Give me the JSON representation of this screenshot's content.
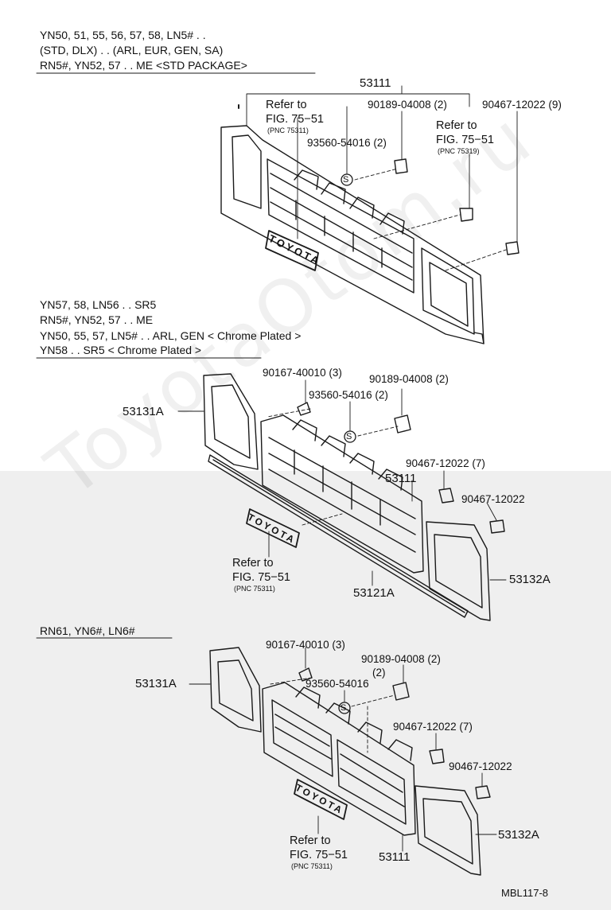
{
  "section1": {
    "applicability": [
      "YN50, 51, 55, 56, 57, 58, LN5# . .",
      "(STD, DLX) . . (ARL, EUR, GEN, SA)",
      "RN5#, YN52, 57 . . ME <STD PACKAGE>"
    ],
    "parts": {
      "grille": "53111",
      "clip": "90189-04008 (2)",
      "clip9": "90467-12022 (9)",
      "screw": "93560-54016 (2)"
    },
    "ref_a": {
      "line1": "Refer to",
      "line2": "FIG. 75−51",
      "pnc": "(PNC 75311)"
    },
    "ref_b": {
      "line1": "Refer to",
      "line2": "FIG. 75−51",
      "pnc": "(PNC 75319)"
    },
    "emblem": "TOYOTA"
  },
  "section2": {
    "applicability": [
      "YN57, 58, LN56 . . SR5",
      "RN5#, YN52, 57 . . ME",
      "YN50, 55, 57, LN5# . . ARL, GEN < Chrome Plated >",
      "YN58 . . SR5 < Chrome Plated >"
    ],
    "parts": {
      "bolt": "90167-40010 (3)",
      "clip": "90189-04008 (2)",
      "screw": "93560-54016 (2)",
      "left_door": "53131A",
      "grille": "53111",
      "clip7": "90467-12022 (7)",
      "clip1": "90467-12022",
      "right_door": "53132A",
      "molding": "53121A"
    },
    "ref": {
      "line1": "Refer to",
      "line2": "FIG. 75−51",
      "pnc": "(PNC 75311)"
    },
    "emblem": "TOYOTA"
  },
  "section3": {
    "applicability": [
      "RN61, YN6#, LN6#"
    ],
    "parts": {
      "bolt": "90167-40010 (3)",
      "clip": "90189-04008 (2)",
      "screw": "93560-54016",
      "screw_qty": "(2)",
      "left_door": "53131A",
      "clip7": "90467-12022 (7)",
      "clip1": "90467-12022",
      "right_door": "53132A",
      "grille": "53111"
    },
    "ref": {
      "line1": "Refer to",
      "line2": "FIG. 75−51",
      "pnc": "(PNC 75311)"
    },
    "emblem": "TOYOTA"
  },
  "screw_symbol": "S",
  "drawing_code": "MBL117-8",
  "watermark": "ToyotaOtom.ru",
  "colors": {
    "line": "#1a1a1a",
    "bottom_shade": "#efefef"
  }
}
